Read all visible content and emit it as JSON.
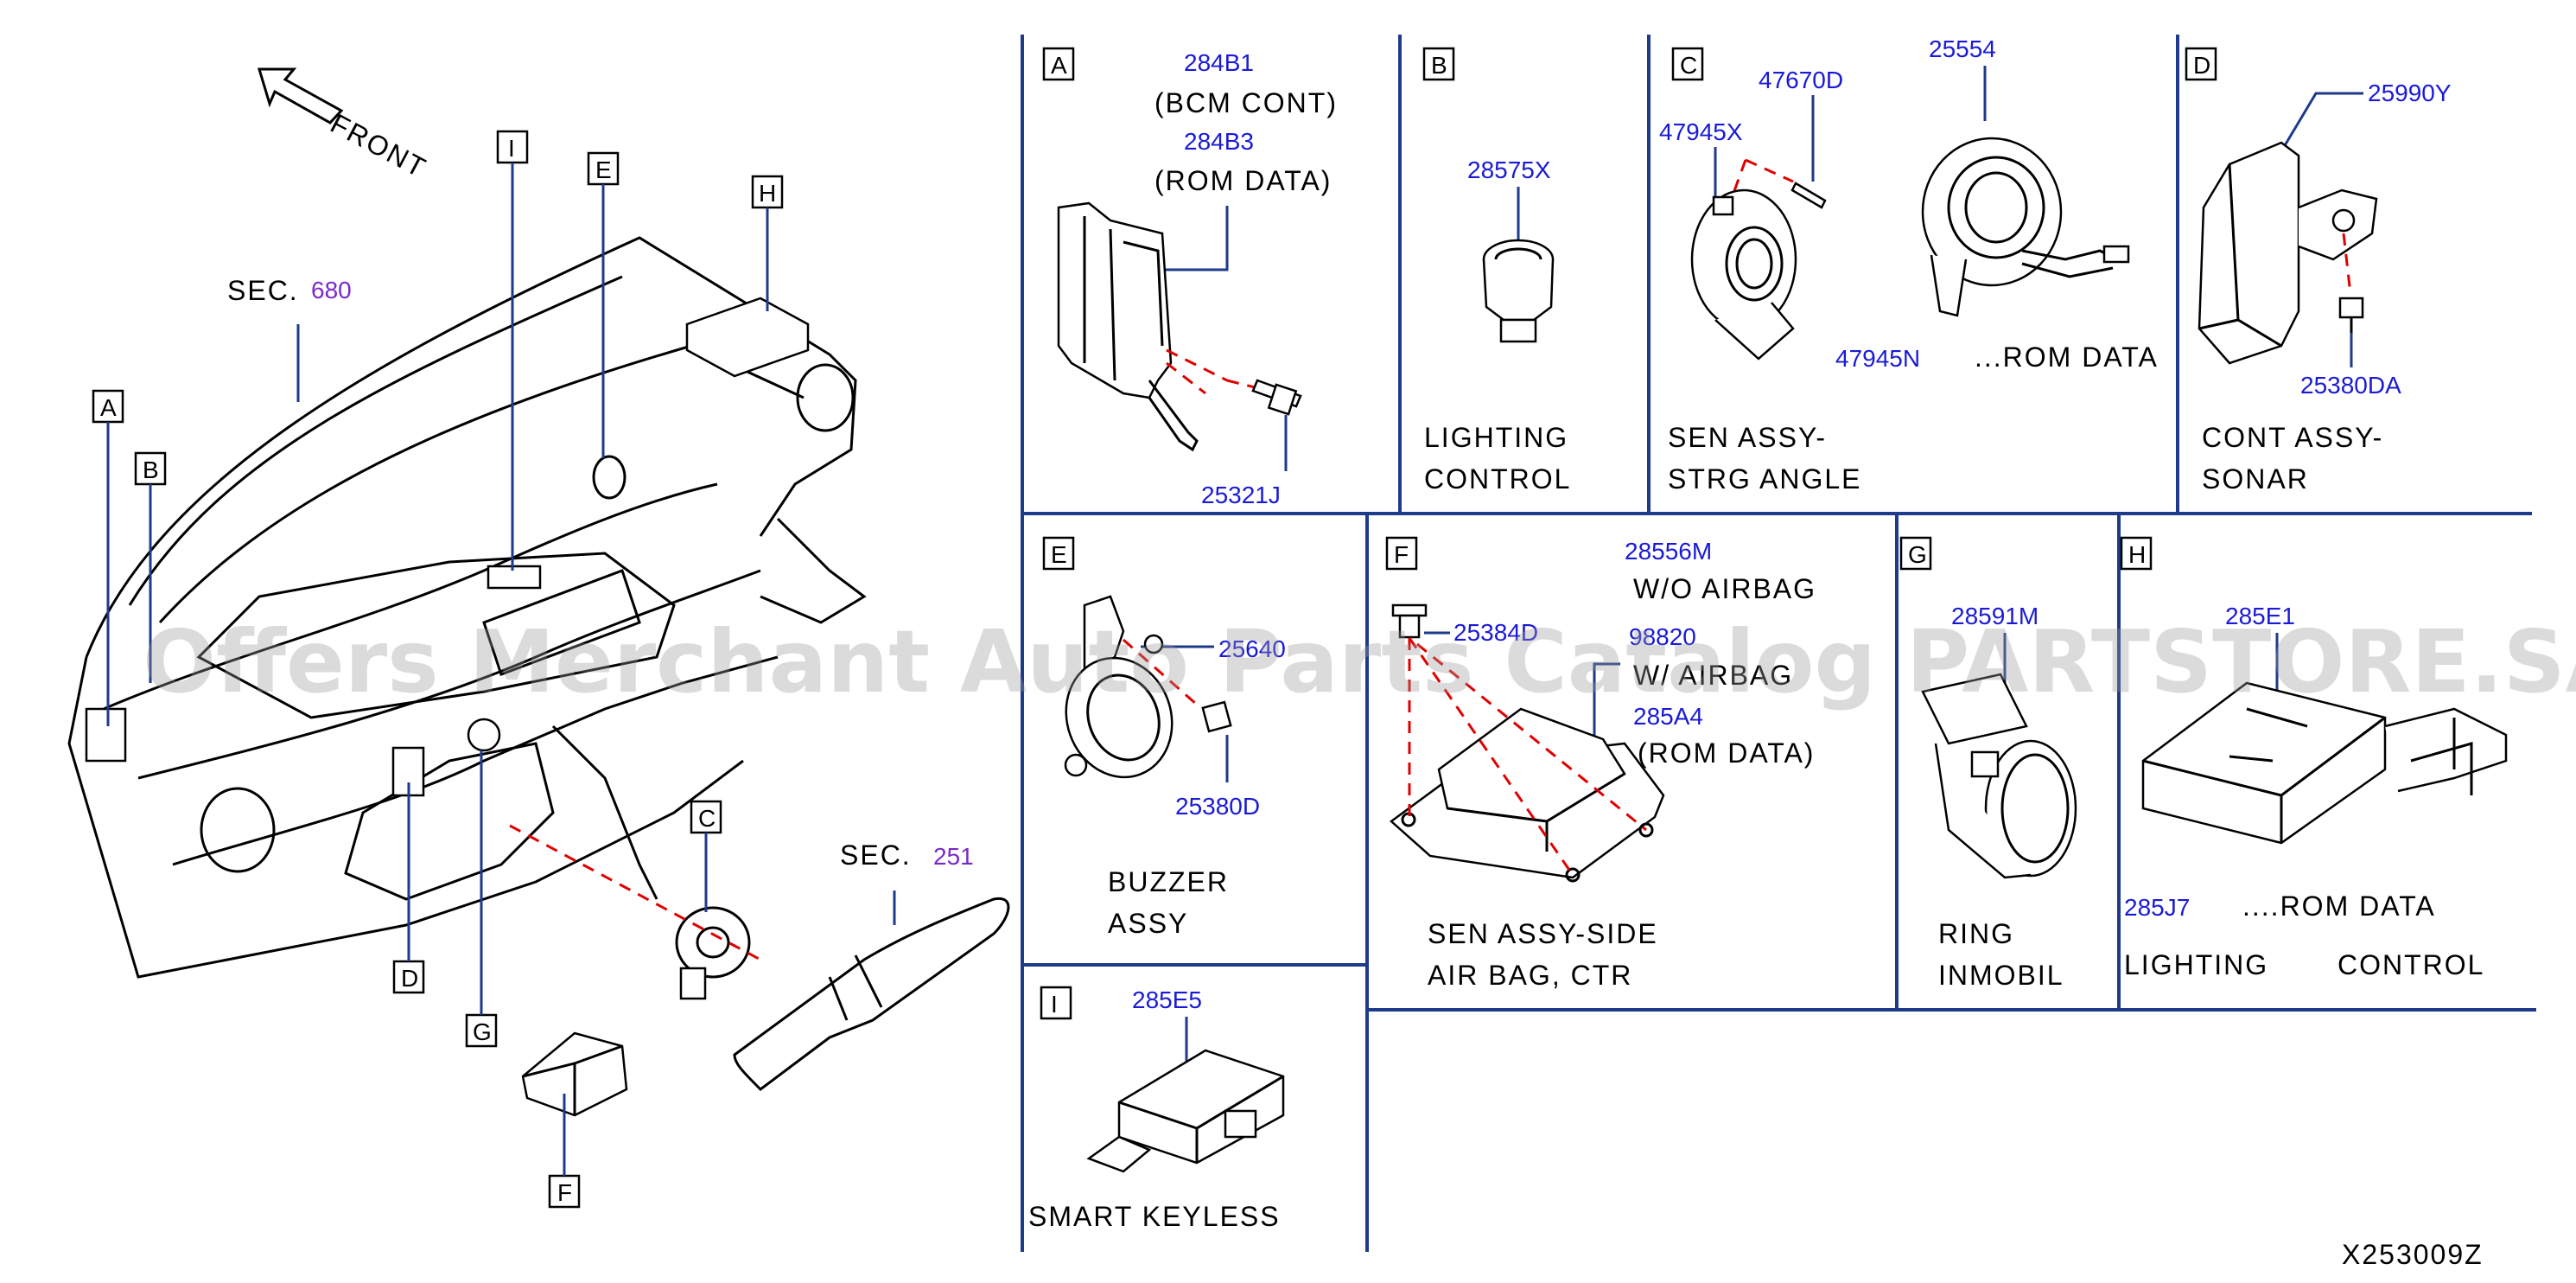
{
  "colors": {
    "part_number": "#1a1ad6",
    "section_number": "#7a2ac8",
    "leader": "#1e3a8a",
    "dash": "#e00000",
    "grid": "#1e3a8a"
  },
  "overview": {
    "front_label": "FRONT",
    "sec1": {
      "prefix": "SEC.",
      "number": "680"
    },
    "sec2": {
      "prefix": "SEC.",
      "number": "251"
    },
    "callouts": {
      "A": "A",
      "B": "B",
      "C": "C",
      "D": "D",
      "E": "E",
      "F": "F",
      "G": "G",
      "H": "H",
      "I": "I"
    }
  },
  "panels": {
    "A": {
      "letter": "A",
      "pn1": "284B1",
      "desc1": "(BCM   CONT)",
      "pn2": "284B3",
      "desc2": "(ROM   DATA)",
      "pn3": "25321J"
    },
    "B": {
      "letter": "B",
      "pn1": "28575X",
      "name1": "LIGHTING",
      "name2": "CONTROL"
    },
    "C": {
      "letter": "C",
      "pn1": "47670D",
      "pn2": "47945X",
      "pn3": "25554",
      "pn4": "47945N",
      "rom": "...ROM   DATA",
      "name1": "SEN   ASSY-",
      "name2": "STRG   ANGLE"
    },
    "D": {
      "letter": "D",
      "pn1": "25990Y",
      "pn2": "25380DA",
      "name1": "CONT   ASSY-",
      "name2": "SONAR"
    },
    "E": {
      "letter": "E",
      "pn1": "25640",
      "pn2": "25380D",
      "name1": "BUZZER",
      "name2": "ASSY"
    },
    "F": {
      "letter": "F",
      "pn1": "28556M",
      "desc1": "W/O   AIRBAG",
      "pn2": "25384D",
      "pn3": "98820",
      "desc3": "W/ AIRBAG",
      "pn4": "285A4",
      "desc4": "(ROM   DATA)",
      "name1": "SEN   ASSY-SIDE",
      "name2": "AIR   BAG,   CTR"
    },
    "G": {
      "letter": "G",
      "pn1": "28591M",
      "name1": "RING",
      "name2": "INMOBIL"
    },
    "H": {
      "letter": "H",
      "pn1": "285E1",
      "pn2": "285J7",
      "rom": "....ROM   DATA",
      "name1": "LIGHTING",
      "name2": "CONTROL"
    },
    "I": {
      "letter": "I",
      "pn1": "285E5",
      "name1": "SMART   KEYLESS"
    }
  },
  "watermark": "Offers Merchant Auto Parts Catalog PARTSTORE.SA",
  "diagram_code": "X253009Z"
}
